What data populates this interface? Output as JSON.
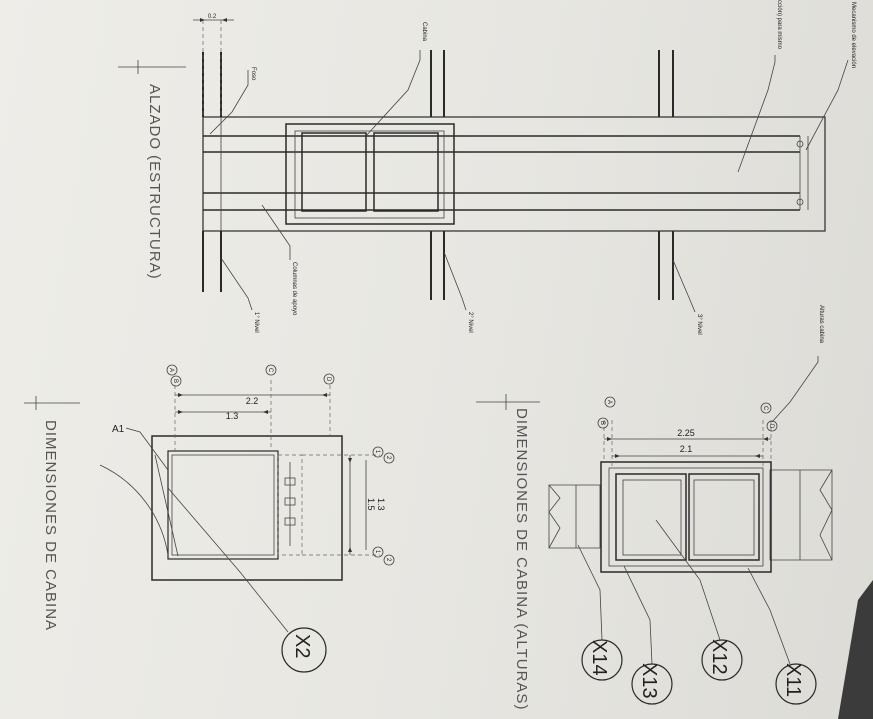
{
  "titles": {
    "alzado": "ALZADO (ESTRUCTURA)",
    "dim_cabina": "DIMENSIONES DE CABINA",
    "dim_alturas": "DIMENSIONES DE CABINA (ALTURAS)"
  },
  "alzado_labels": {
    "dim_top": "0.2",
    "foso": "Foso",
    "cabina": "Cabina",
    "accionamiento": "cción) para mismo",
    "mecanismo": "Mecanismo de elevación",
    "columnas": "Columnas de apoyo",
    "nivel1": "1° Nivel",
    "nivel2": "2° Nivel",
    "nivel3": "3° Nivel",
    "alturas": "Alturas cabina"
  },
  "plan_labels": {
    "dim_22": "2.2",
    "dim_13a": "1.3",
    "dim_15": "1.5",
    "dim_13b": "1.3",
    "a1": "A1",
    "x2": "X2"
  },
  "cabin_labels": {
    "dim_225": "2.25",
    "dim_21": "2.1",
    "x11": "X11",
    "x12": "X12",
    "x13": "X13",
    "x14": "X14"
  },
  "axis_markers": {
    "a": "A",
    "b": "B",
    "c": "C",
    "d": "D",
    "one": "1",
    "two": "2"
  },
  "colors": {
    "line": "#2a2a2a",
    "paper": "#ecebe6",
    "corner": "#3a3a3a"
  }
}
